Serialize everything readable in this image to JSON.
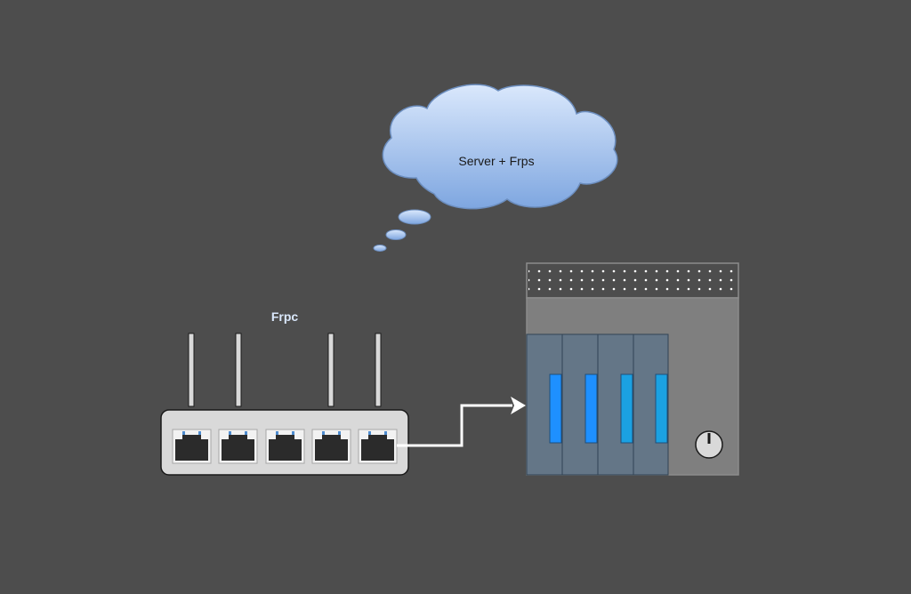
{
  "diagram": {
    "cloud_label": "Server + Frps",
    "router_label": "Frpc",
    "colors": {
      "background": "#4d4d4d",
      "cloud_top": "#dae8fc",
      "cloud_bottom": "#7ea6e0",
      "router_body": "#d9d9d9",
      "port": "#2b2b2b",
      "link_arrow": "#ffffff",
      "nas_body": "#7f7f7f",
      "drive_bay": "#647687",
      "drive_led": "#1e90ff"
    },
    "router_port_count": 5,
    "router_antenna_count": 4,
    "nas_drive_bay_count": 4
  }
}
